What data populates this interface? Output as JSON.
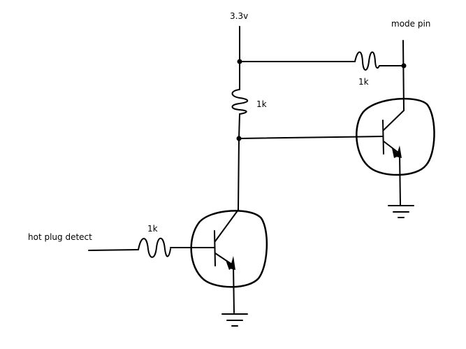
{
  "labels": {
    "supply": "3.3v",
    "mode_pin": "mode pin",
    "resistor_top": "1k",
    "resistor_middle": "1k",
    "resistor_input": "1k",
    "input": "hot plug detect"
  },
  "colors": {
    "ink": "#000000",
    "background": "#ffffff"
  }
}
